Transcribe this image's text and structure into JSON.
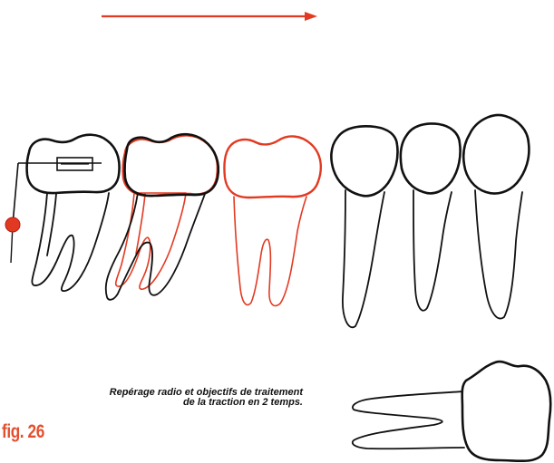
{
  "caption": {
    "line1": "Repérage radio et objectifs de traitement",
    "line2": "de la traction en 2 temps."
  },
  "figure_label": "fig. 26",
  "colors": {
    "outline": "#111111",
    "traction": "#e23a22",
    "figure_label": "#e4502f",
    "background": "#ffffff"
  }
}
